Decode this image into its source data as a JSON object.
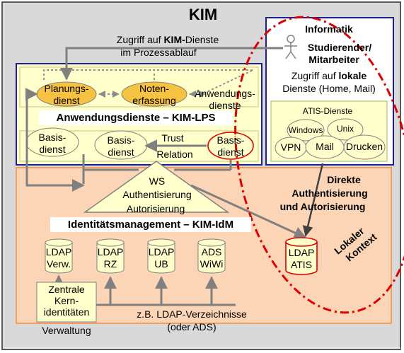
{
  "title": "KIM",
  "access_top": {
    "prefix": "Zugriff auf ",
    "bold": "KIM-",
    "suffix": "Dienste",
    "line2": "im Prozessablauf"
  },
  "informatik": "Informatik",
  "student": {
    "line1": "Studierender/",
    "line2": "Mitarbeiter"
  },
  "access_local": {
    "prefix": "Zugriff auf ",
    "bold": "lokale",
    "line2": "Dienste (Home, Mail)"
  },
  "atis_title": "ATIS-Dienste",
  "atis_services": {
    "windows": "Windows",
    "unix": "Unix",
    "vpn": "VPN",
    "mail": "Mail",
    "drucken": "Drucken"
  },
  "lps": {
    "planning": {
      "line1": "Planungs-",
      "line2": "dienst"
    },
    "notes": {
      "line1": "Noten-",
      "line2": "erfassung"
    },
    "app_services": {
      "line1": "Anwendungs-",
      "line2": "dienste"
    },
    "title": "Anwendungsdienste – KIM-LPS",
    "basis1": {
      "line1": "Basis-",
      "line2": "dienst"
    },
    "basis2": {
      "line1": "Basis-",
      "line2": "dienst"
    },
    "trust": {
      "line1": "Trust",
      "line2": "Relation"
    },
    "basis3": {
      "line1": "Basis-",
      "line2": "dienst"
    }
  },
  "ws": {
    "line1": "WS",
    "line2": "Authentisierung",
    "line3": "Autorisierung"
  },
  "idm_title": "Identitätsmanagement – KIM-IdM",
  "direct_auth": {
    "line1": "Direkte",
    "line2": "Authentisierung",
    "line3": "und Autorisierung"
  },
  "local_context": {
    "line1": "Lokaler",
    "line2": "Kontext"
  },
  "ldap": [
    {
      "line1": "LDAP",
      "line2": "Verw."
    },
    {
      "line1": "LDAP",
      "line2": "RZ"
    },
    {
      "line1": "LDAP",
      "line2": "UB"
    },
    {
      "line1": "ADS",
      "line2": "WiWi"
    }
  ],
  "ldap_atis": {
    "line1": "LDAP",
    "line2": "ATIS"
  },
  "central": {
    "line1": "Zentrale",
    "line2": "Kern-",
    "line3": "identitäten",
    "line4": "Verwaltung"
  },
  "directories": {
    "line1": "z.B. LDAP-Verzeichnisse",
    "line2": "(oder ADS)"
  },
  "colors": {
    "outer": "#d9d9d9",
    "yellow": "#ffffcc",
    "orange_fill": "#fbd5b5",
    "orange_border": "#f0a060",
    "ellipse": "#f5c242",
    "red": "#e00000",
    "blue": "#1f1f8f",
    "arrow": "#808080"
  }
}
